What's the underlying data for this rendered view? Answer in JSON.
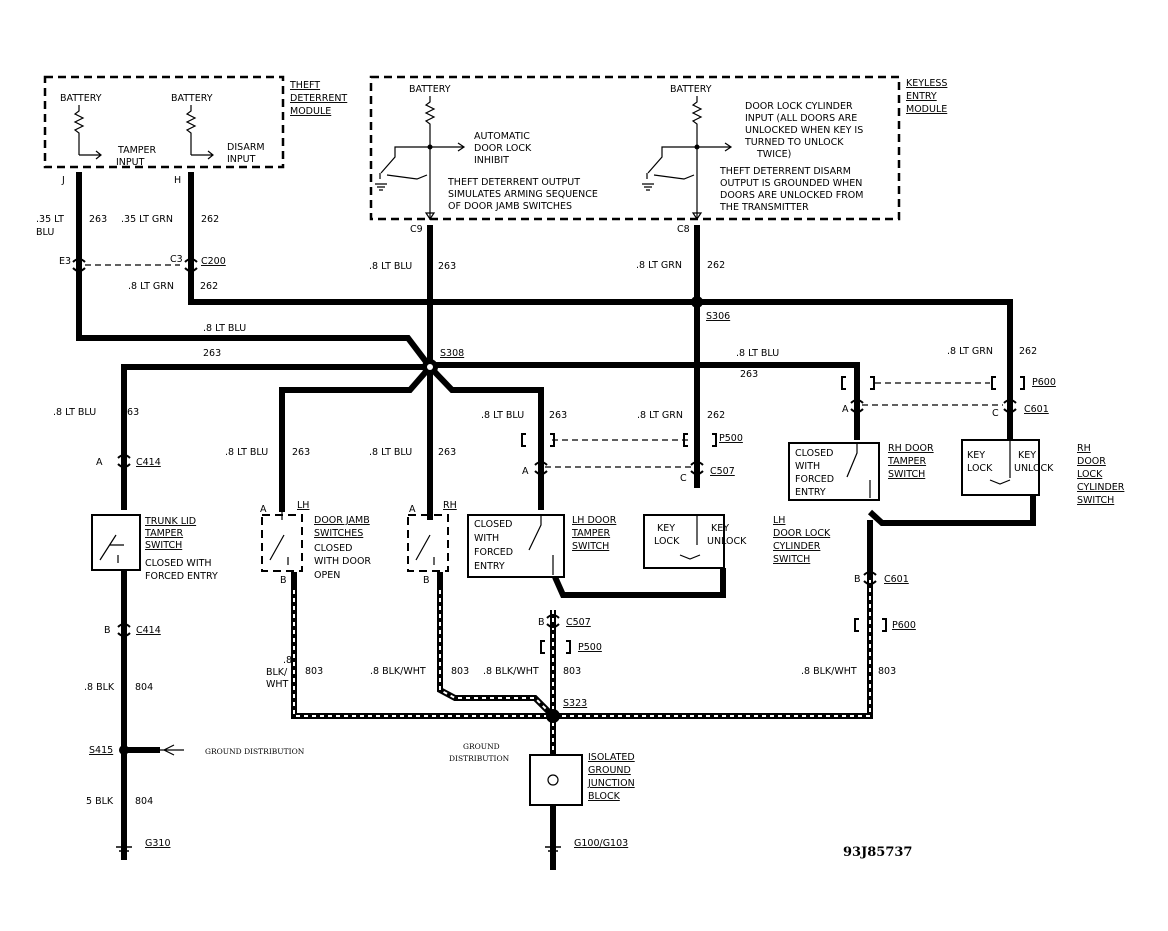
{
  "modules": {
    "theft": {
      "battery1": "BATTERY",
      "battery2": "BATTERY",
      "tamper": [
        "TAMPER",
        "INPUT"
      ],
      "disarm": [
        "DISARM",
        "INPUT"
      ],
      "title": [
        "THEFT",
        "DETERRENT",
        "MODULE"
      ],
      "pinJ": "J",
      "pinH": "H"
    },
    "keyless": {
      "battery1": "BATTERY",
      "battery2": "BATTERY",
      "adl": [
        "AUTOMATIC",
        "DOOR LOCK",
        "INHIBIT"
      ],
      "tdo": [
        "THEFT DETERRENT OUTPUT",
        "SIMULATES ARMING SEQUENCE",
        "OF DOOR JAMB SWITCHES"
      ],
      "dlc": [
        "DOOR  LOCK CYLINDER",
        "INPUT (ALL DOORS ARE",
        "UNLOCKED WHEN KEY IS",
        "TURNED TO UNLOCK",
        "TWICE)"
      ],
      "tdd": [
        "THEFT DETERRENT DISARM",
        "OUTPUT IS GROUNDED WHEN",
        "DOORS ARE UNLOCKED FROM",
        "THE TRANSMITTER"
      ],
      "title": [
        "KEYLESS",
        "ENTRY",
        "MODULE"
      ],
      "pinC9": "C9",
      "pinC8": "C8"
    }
  },
  "wires": {
    "w35ltblu": [
      ".35 LT",
      "BLU"
    ],
    "c263a": "263",
    "w35ltgrn": ".35 LT GRN",
    "c262a": "262",
    "w8ltblu_top": ".8 LT BLU",
    "c263b": "263",
    "w8ltgrn_top": ".8 LT GRN",
    "c262b": "262",
    "w8ltgrn_c200": ".8 LT GRN",
    "c262c": "262",
    "w8ltblu_diag": ".8 LT BLU",
    "c263c": "263",
    "w8ltblu_right": ".8 LT BLU",
    "c263d": "263",
    "w8ltgrn_right": ".8 LT GRN",
    "c262d": "262",
    "w8ltblu_trunk": ".8 LT BLU",
    "c263e": "263",
    "w8ltblu_lh": ".8 LT BLU",
    "c263f": "263",
    "w8ltblu_rh": ".8 LT BLU",
    "c263g": "263",
    "w8ltblu_lhd": ".8 LT BLU",
    "c263h": "263",
    "w8ltgrn_lhd": ".8 LT GRN",
    "c262e": "262",
    "w8blkwht_lh": [
      ".8",
      "BLK/",
      "WHT"
    ],
    "c803a": "803",
    "w8blkwht_rh": ".8 BLK/WHT",
    "c803b": "803",
    "w8blkwht_mid": ".8 BLK/WHT",
    "c803c": "803",
    "w8blkwht_right": ".8 BLK/WHT",
    "c803d": "803",
    "w8blk": ".8 BLK",
    "c804a": "804",
    "w5blk": "5 BLK",
    "c804b": "804"
  },
  "connectors": {
    "E3": "E3",
    "C3": "C3",
    "C200": "C200",
    "S306": "S306",
    "S308": "S308",
    "P600a": "P600",
    "A_c601": "A",
    "C_c601": "C",
    "C601a": "C601",
    "P500a": "P500",
    "A_c507": "A",
    "C_c507": "C",
    "C507a": "C507",
    "A_c414": "A",
    "C414a": "C414",
    "A_lh": "A",
    "A_rh": "A",
    "B_lh": "B",
    "B_rh": "B",
    "B_c507": "B",
    "C507b": "C507",
    "P500b": "P500",
    "B_c601": "B",
    "C601b": "C601",
    "P600b": "P600",
    "B_c414": "B",
    "C414b": "C414",
    "S323": "S323",
    "S415": "S415",
    "G310": "G310",
    "G100": "G100/G103"
  },
  "components": {
    "trunk": [
      "TRUNK LID",
      "TAMPER",
      "SWITCH",
      "CLOSED WITH",
      "FORCED ENTRY"
    ],
    "lh_tag": "LH",
    "rh_tag": "RH",
    "jamb": [
      "DOOR JAMB",
      "SWITCHES",
      "CLOSED",
      "WITH DOOR",
      "OPEN"
    ],
    "lhdt_box": [
      "CLOSED",
      "WITH",
      "FORCED",
      "ENTRY"
    ],
    "lhdt": [
      "LH DOOR",
      "TAMPER",
      "SWITCH"
    ],
    "lhdl_box": {
      "key": [
        "KEY",
        "LOCK"
      ],
      "unlock": [
        "KEY",
        "UNLOCK"
      ]
    },
    "lhdl": [
      "LH",
      "DOOR LOCK",
      "CYLINDER",
      "SWITCH"
    ],
    "rhdt_box": [
      "CLOSED",
      "WITH",
      "FORCED",
      "ENTRY"
    ],
    "rhdt": [
      "RH DOOR",
      "TAMPER",
      "SWITCH"
    ],
    "rhdl_box": {
      "key": [
        "KEY",
        "LOCK"
      ],
      "unlock": [
        "KEY",
        "UNLOCK"
      ]
    },
    "rhdl": [
      "RH",
      "DOOR",
      "LOCK",
      "CYLINDER",
      "SWITCH"
    ],
    "gjb": [
      "ISOLATED",
      "GROUND",
      "JUNCTION",
      "BLOCK"
    ],
    "gd_right": "GROUND DISTRIBUTION",
    "gd_left": [
      "GROUND",
      "DISTRIBUTION"
    ]
  },
  "figure_id": "93J85737"
}
